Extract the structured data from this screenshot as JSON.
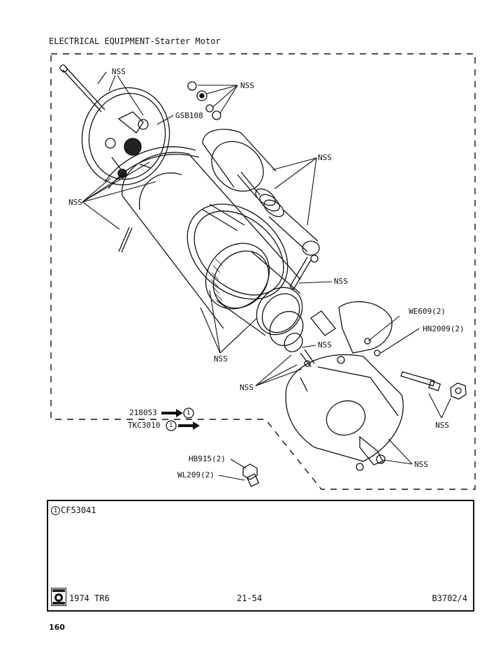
{
  "header": {
    "title": "ELECTRICAL EQUIPMENT-Starter Motor"
  },
  "diagram": {
    "callouts": [
      {
        "id": "nss-brush-end",
        "text": "NSS"
      },
      {
        "id": "nss-solenoid-nuts",
        "text": "NSS"
      },
      {
        "id": "gsb108",
        "text": "GSB108"
      },
      {
        "id": "nss-solenoid-plunger",
        "text": "NSS"
      },
      {
        "id": "nss-yoke-left",
        "text": "NSS"
      },
      {
        "id": "nss-lever",
        "text": "NSS"
      },
      {
        "id": "we609",
        "text": "WE609(2)"
      },
      {
        "id": "hn2009",
        "text": "HN2009(2)"
      },
      {
        "id": "nss-pinion",
        "text": "NSS"
      },
      {
        "id": "nss-armature",
        "text": "NSS"
      },
      {
        "id": "nss-drive-clip",
        "text": "NSS"
      },
      {
        "id": "nss-pivot-pin",
        "text": "NSS"
      },
      {
        "id": "nss-drive-end",
        "text": "NSS"
      }
    ],
    "assembly_refs": [
      {
        "part": "218053",
        "note": "1",
        "arrow": "right-to-note"
      },
      {
        "part": "TKC3010",
        "note": "1",
        "arrow": "note-to-right"
      }
    ],
    "fixings": [
      {
        "part": "HB915(2)"
      },
      {
        "part": "WL209(2)"
      }
    ]
  },
  "notes": {
    "items": [
      {
        "marker": "1",
        "text": "CF53041"
      }
    ]
  },
  "footer": {
    "model": "1974  TR6",
    "page_ref": "21-54",
    "plate": "B3702/4"
  },
  "page_number": "160"
}
